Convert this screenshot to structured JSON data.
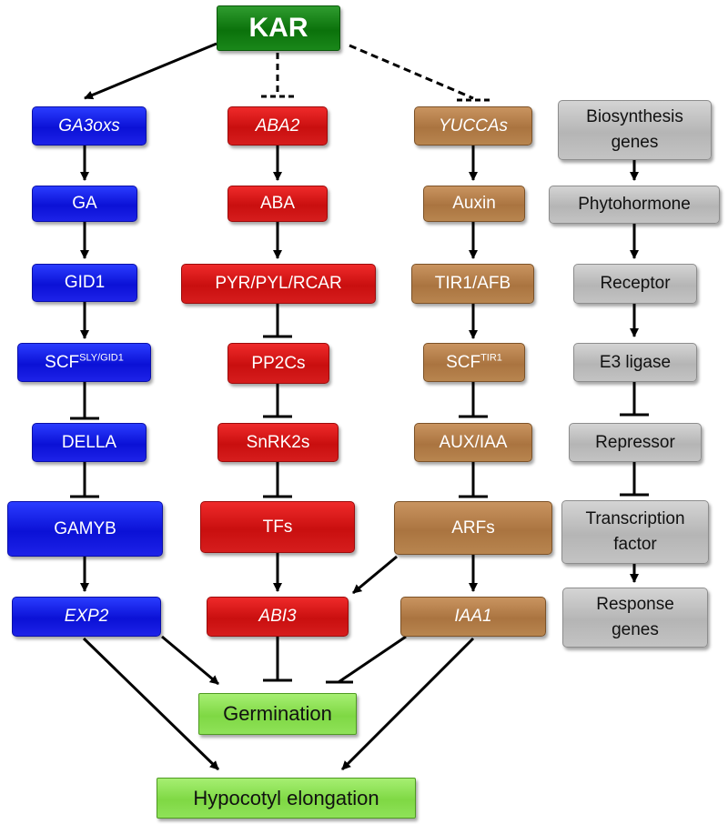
{
  "nodes": {
    "kar": "KAR",
    "blue": {
      "ga3oxs": "GA3oxs",
      "ga": "GA",
      "gid1": "GID1",
      "scf_base": "SCF",
      "scf_sup": "SLY/GID1",
      "della": "DELLA",
      "gamyb": "GAMYB",
      "exp2": "EXP2"
    },
    "red": {
      "aba2": "ABA2",
      "aba": "ABA",
      "pyr": "PYR/PYL/RCAR",
      "pp2cs": "PP2Cs",
      "snrk2s": "SnRK2s",
      "tfs": "TFs",
      "abi3": "ABI3"
    },
    "brown": {
      "yuccas": "YUCCAs",
      "auxin": "Auxin",
      "tir1afb": "TIR1/AFB",
      "scf_base": "SCF",
      "scf_sup": "TIR1",
      "auxiaa": "AUX/IAA",
      "arfs": "ARFs",
      "iaa1": "IAA1"
    },
    "gray": {
      "biosynthesis_1": "Biosynthesis",
      "biosynthesis_2": "genes",
      "phytohormone": "Phytohormone",
      "receptor": "Receptor",
      "e3ligase": "E3 ligase",
      "repressor": "Repressor",
      "transcription_1": "Transcription",
      "transcription_2": "factor",
      "response_1": "Response",
      "response_2": "genes"
    },
    "outcomes": {
      "germination": "Germination",
      "hypocotyl": "Hypocotyl elongation"
    }
  },
  "colors": {
    "blue": "#0b11d6",
    "red": "#c90f0f",
    "brown": "#aa7440",
    "gray": "#b5b5b5",
    "green": "#7fd844",
    "kar": "#0b720b",
    "edge": "#000000"
  }
}
